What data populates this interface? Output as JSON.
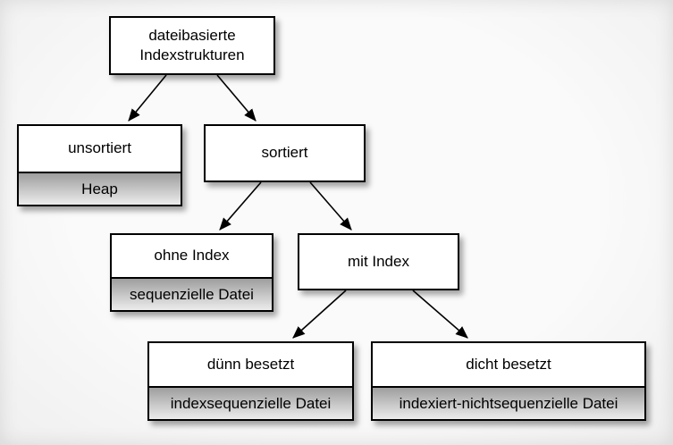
{
  "diagram": {
    "type": "tree",
    "nodes": {
      "root": {
        "label": "dateibasierte Indexstrukturen"
      },
      "unsortiert": {
        "label": "unsortiert",
        "sublabel": "Heap"
      },
      "sortiert": {
        "label": "sortiert"
      },
      "ohne_index": {
        "label": "ohne Index",
        "sublabel": "sequenzielle Datei"
      },
      "mit_index": {
        "label": "mit Index"
      },
      "duenn_besetzt": {
        "label": "dünn besetzt",
        "sublabel": "indexsequenzielle Datei"
      },
      "dicht_besetzt": {
        "label": "dicht besetzt",
        "sublabel": "indexiert-nichtsequenzielle Datei"
      }
    },
    "edges": [
      {
        "from": "root",
        "to": "unsortiert"
      },
      {
        "from": "root",
        "to": "sortiert"
      },
      {
        "from": "sortiert",
        "to": "ohne_index"
      },
      {
        "from": "sortiert",
        "to": "mit_index"
      },
      {
        "from": "mit_index",
        "to": "duenn_besetzt"
      },
      {
        "from": "mit_index",
        "to": "dicht_besetzt"
      }
    ],
    "colors": {
      "background": "#f5f5f5",
      "node_fill": "#ffffff",
      "node_border": "#000000",
      "sublabel_gradient_top": "#9e9e9e",
      "sublabel_gradient_bottom": "#ececec",
      "text": "#000000",
      "arrow": "#000000"
    }
  }
}
